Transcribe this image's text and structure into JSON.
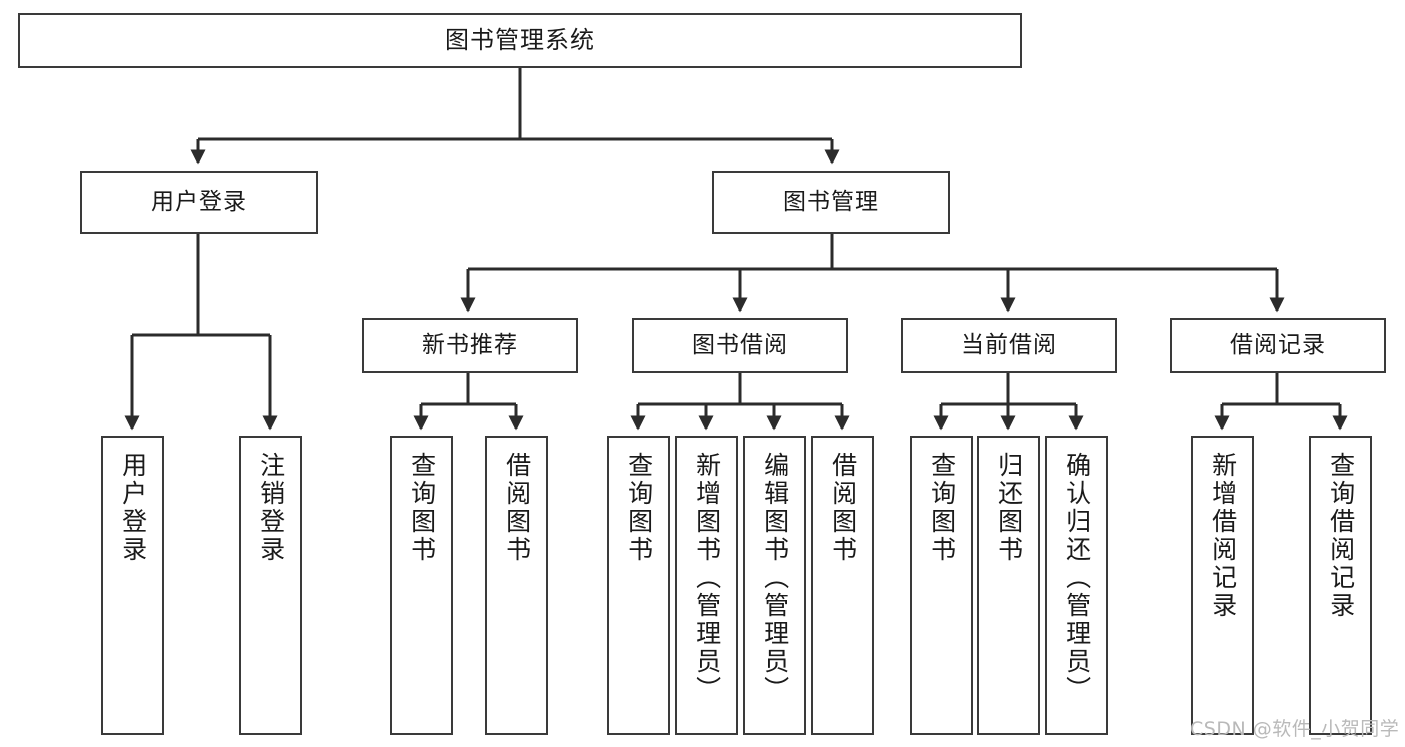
{
  "diagram": {
    "title": "图书管理系统",
    "type": "tree-hierarchy-chart",
    "watermark": "CSDN @软件_小贺同学",
    "colors": {
      "background": "#ffffff",
      "box_border": "#3a3a3a",
      "box_fill": "#ffffff",
      "connector": "#2b2b2b",
      "text": "#1a1a1a",
      "watermark": "#b9b9b9"
    },
    "root": {
      "label": "图书管理系统"
    },
    "level2": [
      {
        "id": "user-login",
        "label": "用户登录"
      },
      {
        "id": "book-management",
        "label": "图书管理"
      }
    ],
    "level3": [
      {
        "id": "new-book-recommend",
        "label": "新书推荐"
      },
      {
        "id": "book-borrow",
        "label": "图书借阅"
      },
      {
        "id": "current-borrow",
        "label": "当前借阅"
      },
      {
        "id": "borrow-record",
        "label": "借阅记录"
      }
    ],
    "leaves": {
      "user-login": [
        {
          "id": "user-login-leaf",
          "label": "用户登录"
        },
        {
          "id": "logout-leaf",
          "label": "注销登录"
        }
      ],
      "new-book-recommend": [
        {
          "id": "query-book-1",
          "label": "查询图书"
        },
        {
          "id": "borrow-book-1",
          "label": "借阅图书"
        }
      ],
      "book-borrow": [
        {
          "id": "query-book-2",
          "label": "查询图书"
        },
        {
          "id": "add-book",
          "label": "新增图书（管理员）"
        },
        {
          "id": "edit-book",
          "label": "编辑图书（管理员）"
        },
        {
          "id": "borrow-book-2",
          "label": "借阅图书"
        }
      ],
      "current-borrow": [
        {
          "id": "query-book-3",
          "label": "查询图书"
        },
        {
          "id": "return-book",
          "label": "归还图书"
        },
        {
          "id": "confirm-return",
          "label": "确认归还（管理员）"
        }
      ],
      "borrow-record": [
        {
          "id": "add-borrow-record",
          "label": "新增借阅记录"
        },
        {
          "id": "query-borrow-record",
          "label": "查询借阅记录"
        }
      ]
    }
  }
}
